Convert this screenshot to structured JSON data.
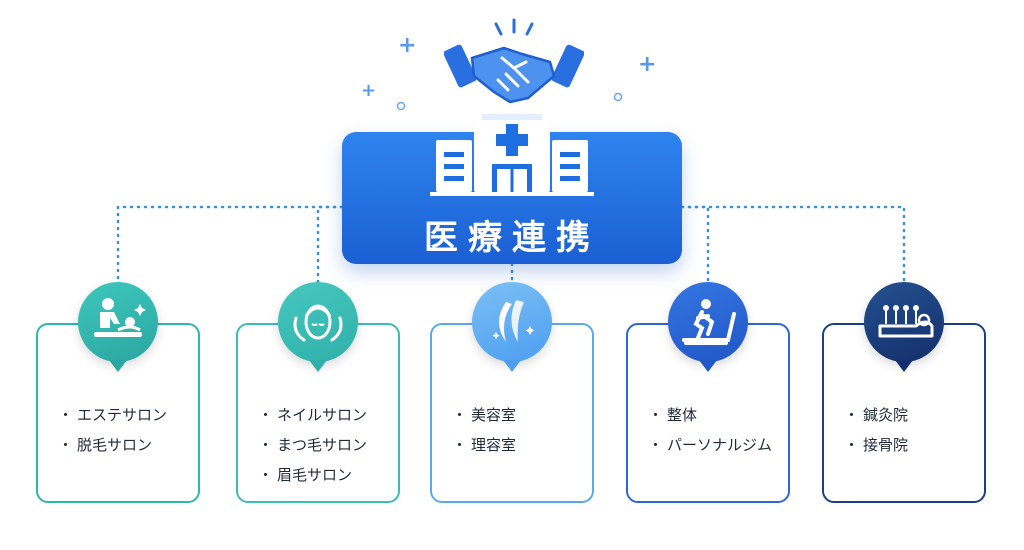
{
  "hub": {
    "title": "医療連携"
  },
  "categories": [
    {
      "items": [
        "エステサロン",
        "脱毛サロン"
      ]
    },
    {
      "items": [
        "ネイルサロン",
        "まつ毛サロン",
        "眉毛サロン"
      ]
    },
    {
      "items": [
        "美容室",
        "理容室"
      ]
    },
    {
      "items": [
        "整体",
        "パーソナルジム"
      ]
    },
    {
      "items": [
        "鍼灸院",
        "接骨院"
      ]
    }
  ],
  "colors": {
    "hub": "#1f6ee0",
    "category_accents": [
      "#2fb6ad",
      "#3bbcb4",
      "#5aa9f0",
      "#2f66d6",
      "#1a3f86"
    ]
  },
  "icons": {
    "hub_top": "handshake-icon",
    "hub": "hospital-icon",
    "categories": [
      "massage-icon",
      "face-care-icon",
      "hair-icon",
      "treadmill-icon",
      "acupuncture-icon"
    ]
  }
}
